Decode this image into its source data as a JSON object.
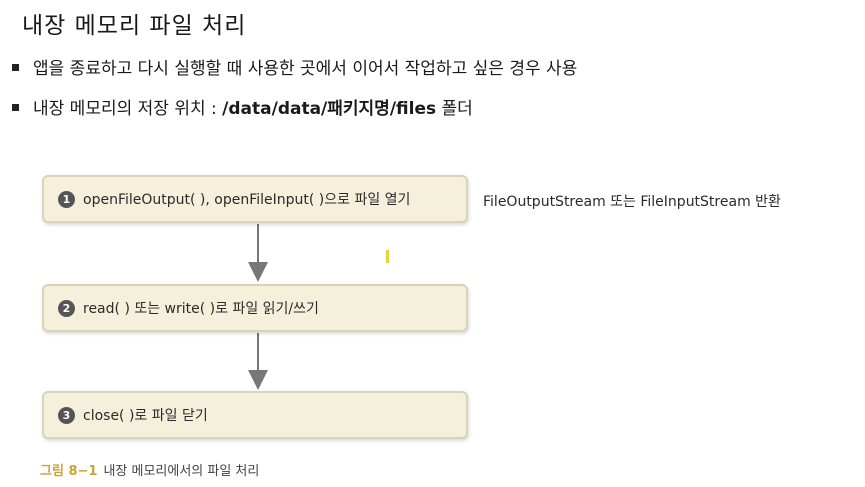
{
  "title": "내장 메모리 파일 처리",
  "bullets": {
    "b1": "앱을 종료하고 다시 실행할 때 사용한 곳에서 이어서 작업하고 싶은 경우 사용",
    "b2_prefix": "내장 메모리의 저장 위치 : ",
    "b2_bold": "/data/data/패키지명/files",
    "b2_suffix": " 폴더"
  },
  "diagram": {
    "steps": [
      {
        "num": "1",
        "label": "openFileOutput( ), openFileInput( )으로 파일 열기"
      },
      {
        "num": "2",
        "label": "read( ) 또는 write( )로 파일 읽기/쓰기"
      },
      {
        "num": "3",
        "label": "close( )로 파일 닫기"
      }
    ],
    "side_note": "FileOutputStream 또는 FileInputStream 반환",
    "caption_fig": "그림 8−1",
    "caption_text": "내장 메모리에서의 파일 처리"
  },
  "colors": {
    "box_fill": "#f4f0dc",
    "caption_accent": "#c9a43a"
  }
}
